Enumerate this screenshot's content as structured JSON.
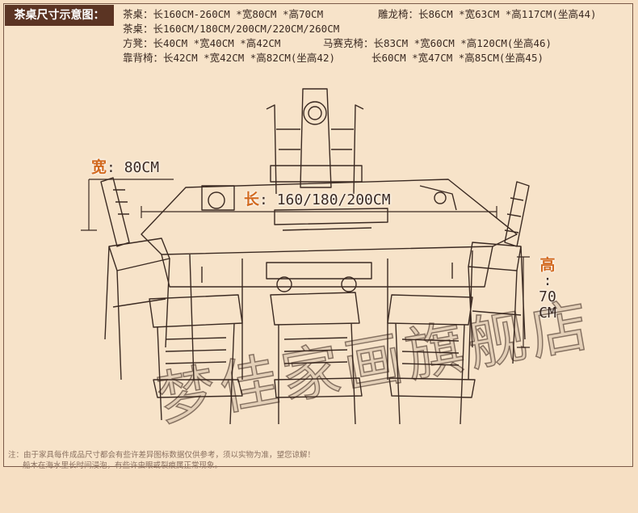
{
  "header": {
    "label": "茶桌尺寸示意图："
  },
  "specs": {
    "line1_left": "茶桌：长160CM-260CM *宽80CM *高70CM",
    "line1_right": "雕龙椅：长86CM *宽63CM *高117CM(坐高44)",
    "line2": "茶桌：长160CM/180CM/200CM/220CM/260CM",
    "line3_left": "方凳：长40CM *宽40CM *高42CM",
    "line3_right": "马赛克椅：长83CM *宽60CM *高120CM(坐高46)",
    "line4_left": "靠背椅：长42CM *宽42CM *高82CM(坐高42)",
    "line4_right": "长60CM *宽47CM *高85CM(坐高45)"
  },
  "dimensions": {
    "width_key": "宽",
    "width_value": ": 80CM",
    "length_key": "长",
    "length_value": ": 160/180/200CM",
    "height_key": "高",
    "height_sep": ":",
    "height_number": "70",
    "height_unit": "CM"
  },
  "watermark": "梦佳家画旗舰店",
  "notes": {
    "line1": "注：由于家具每件成品尺寸都会有些许差异图标数据仅供参考，须以实物为准，望您谅解！",
    "line2": "船木在海水里长时间浸泡，有些许虫眼或裂痕属正常现象。"
  },
  "colors": {
    "background": "#f6dfc3",
    "header_bg": "#5b3423",
    "dimension_key": "#d2691e",
    "line": "#3b2a22"
  }
}
